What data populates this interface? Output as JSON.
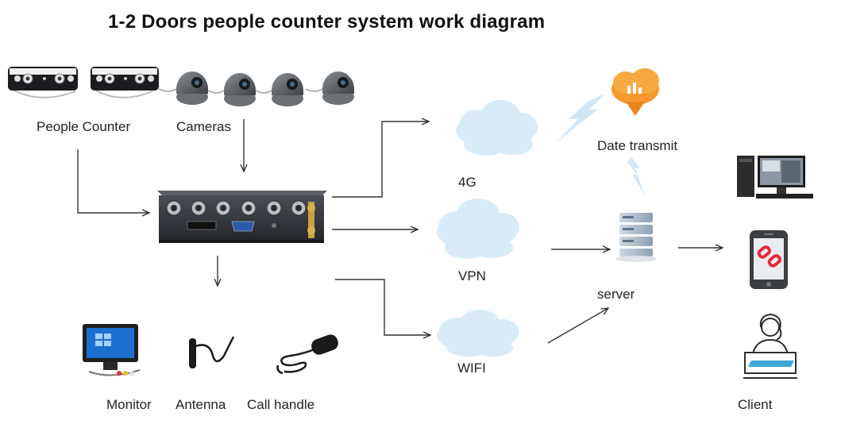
{
  "title": "1-2 Doors people counter system work diagram",
  "labels": {
    "people_counter": "People Counter",
    "cameras": "Cameras",
    "net_4g": "4G",
    "vpn": "VPN",
    "wifi": "WIFI",
    "date_transmit": "Date transmit",
    "server": "server",
    "monitor": "Monitor",
    "antenna": "Antenna",
    "call_handle": "Call handle",
    "client": "Client"
  },
  "icons": [
    "people-counter-icon",
    "camera-icon",
    "mdvr-icon",
    "cloud-icon",
    "data-transmit-icon",
    "server-icon",
    "desktop-icon",
    "phone-icon",
    "client-icon",
    "monitor-icon",
    "antenna-icon",
    "call-handle-icon"
  ],
  "colors": {
    "cloud": "#d9ebf7",
    "cloud_edge": "#c3dcef",
    "data_transmit": "#f59a2f",
    "device_dark": "#2e3136",
    "arrow": "#333333",
    "phone_link": "#e8283a"
  }
}
